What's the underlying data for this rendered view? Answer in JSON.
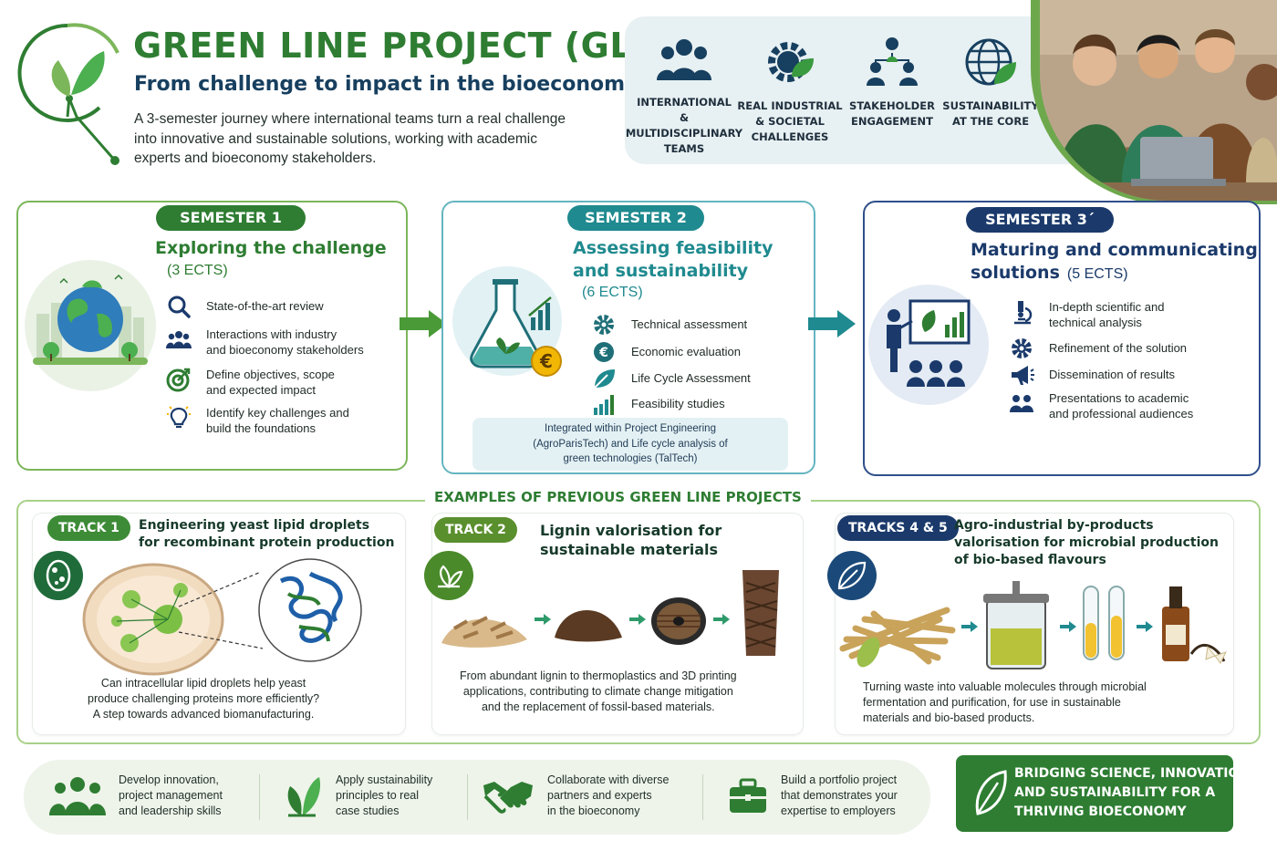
{
  "header": {
    "title": "GREEN LINE PROJECT (GLP)",
    "subtitle": "From challenge to impact in the bioeconomy",
    "intro_lines": [
      "A 3-semester journey where international teams turn a real challenge",
      "into innovative and sustainable solutions, working with academic",
      "experts and bioeconomy stakeholders."
    ]
  },
  "features": [
    {
      "icon": "team-icon",
      "lines": [
        "INTERNATIONAL",
        "& MULTIDISCIPLINARY",
        "TEAMS"
      ]
    },
    {
      "icon": "gear-leaf-icon",
      "lines": [
        "REAL INDUSTRIAL",
        "& SOCIETAL",
        "CHALLENGES"
      ]
    },
    {
      "icon": "network-people-icon",
      "lines": [
        "STAKEHOLDER",
        "ENGAGEMENT"
      ]
    },
    {
      "icon": "globe-leaf-icon",
      "lines": [
        "SUSTAINABILITY",
        "AT THE CORE"
      ]
    }
  ],
  "semesters": [
    {
      "label": "SEMESTER 1",
      "title_lines": [
        "Exploring the challenge"
      ],
      "ects": "(3 ECTS)",
      "items": [
        {
          "icon": "search-icon",
          "lines": [
            "State-of-the-art review"
          ]
        },
        {
          "icon": "people-icon",
          "lines": [
            "Interactions with industry",
            "and bioeconomy stakeholders"
          ]
        },
        {
          "icon": "target-icon",
          "lines": [
            "Define objectives, scope",
            "and expected impact"
          ]
        },
        {
          "icon": "lightbulb-icon",
          "lines": [
            "Identify key challenges and",
            "build the foundations"
          ]
        }
      ]
    },
    {
      "label": "SEMESTER 2",
      "title_lines": [
        "Assessing feasibility",
        "and sustainability"
      ],
      "ects": "(6 ECTS)",
      "items": [
        {
          "icon": "gear-icon",
          "lines": [
            "Technical assessment"
          ]
        },
        {
          "icon": "euro-icon",
          "lines": [
            "Economic evaluation"
          ]
        },
        {
          "icon": "leaf-icon",
          "lines": [
            "Life Cycle Assessment"
          ]
        },
        {
          "icon": "bar-chart-icon",
          "lines": [
            "Feasibility studies"
          ]
        }
      ],
      "note_lines": [
        "Integrated within Project Engineering",
        "(AgroParisTech) and Life cycle analysis of",
        "green technologies (TalTech)"
      ]
    },
    {
      "label": "SEMESTER 3´",
      "title_lines": [
        "Maturing and communicating",
        "solutions"
      ],
      "ects": "(5 ECTS)",
      "items": [
        {
          "icon": "microscope-icon",
          "lines": [
            "In-depth scientific and",
            "technical analysis"
          ]
        },
        {
          "icon": "gear-icon",
          "lines": [
            "Refinement of the solution"
          ]
        },
        {
          "icon": "megaphone-icon",
          "lines": [
            "Dissemination of results"
          ]
        },
        {
          "icon": "people-icon",
          "lines": [
            "Presentations to academic",
            "and professional audiences"
          ]
        }
      ]
    }
  ],
  "examples": {
    "heading": "EXAMPLES OF PREVIOUS GREEN LINE PROJECTS",
    "tracks": [
      {
        "label": "TRACK 1",
        "title_lines": [
          "Engineering yeast lipid droplets",
          "for recombinant protein production"
        ],
        "desc_lines": [
          "Can intracellular lipid droplets help yeast",
          "produce challenging proteins more efficiently?",
          "A step towards advanced biomanufacturing."
        ]
      },
      {
        "label": "TRACK 2",
        "title_lines": [
          "Lignin valorisation for",
          "sustainable materials"
        ],
        "desc_lines": [
          "From abundant lignin to thermoplastics and 3D printing",
          "applications, contributing to climate change mitigation",
          "and the replacement of fossil-based materials."
        ]
      },
      {
        "label": "TRACKS 4 & 5",
        "title_lines": [
          "Agro-industrial by-products",
          "valorisation for microbial production",
          "of bio-based flavours"
        ],
        "desc_lines": [
          "Turning waste into valuable molecules through microbial",
          "fermentation and purification, for use in sustainable",
          "materials and bio-based products."
        ]
      }
    ]
  },
  "benefits": [
    {
      "icon": "group-icon",
      "lines": [
        "Develop innovation,",
        "project management",
        "and leadership skills"
      ]
    },
    {
      "icon": "sprout-icon",
      "lines": [
        "Apply sustainability",
        "principles to real",
        "case studies"
      ]
    },
    {
      "icon": "handshake-icon",
      "lines": [
        "Collaborate with diverse",
        "partners and experts",
        "in the bioeconomy"
      ]
    },
    {
      "icon": "briefcase-icon",
      "lines": [
        "Build a portfolio project",
        "that demonstrates your",
        "expertise to employers"
      ]
    }
  ],
  "tagline_lines": [
    "BRIDGING SCIENCE, INNOVATION",
    "AND SUSTAINABILITY FOR A",
    "THRIVING BIOECONOMY"
  ],
  "colors": {
    "green": "#2e7d32",
    "teal": "#1f8a8f",
    "navy": "#1b3a6b",
    "light_green": "#7cb65a"
  }
}
